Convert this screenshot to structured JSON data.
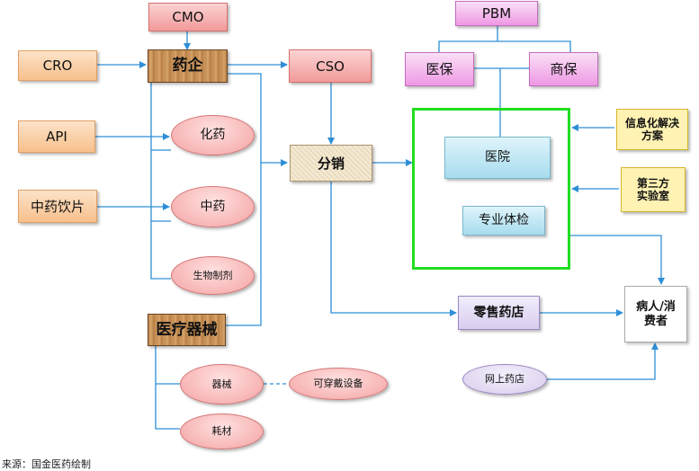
{
  "nodes": {
    "cmo": "CMO",
    "cro": "CRO",
    "yaoqi": "药企",
    "api": "API",
    "huayao": "化药",
    "zhongyao_yinpian": "中药饮片",
    "zhongyao": "中药",
    "shengwu": "生物制剂",
    "yiliao_qixie": "医疗器械",
    "qixie": "器械",
    "kechuandai": "可穿戴设备",
    "haocai": "耗材",
    "cso": "CSO",
    "fenxiao": "分销",
    "pbm": "PBM",
    "yibao": "医保",
    "shangbao": "商保",
    "yiyuan": "医院",
    "tijian": "专业体检",
    "xinxihua": "信息化解决方案",
    "disanfang": "第三方实验室",
    "lingshou": "零售药店",
    "wangshang": "网上药店",
    "bingren": "病人/消费者"
  },
  "source": "来源：国金医药绘制",
  "colors": {
    "arrow": "#2e8fd6",
    "frame": "#22dd22"
  }
}
